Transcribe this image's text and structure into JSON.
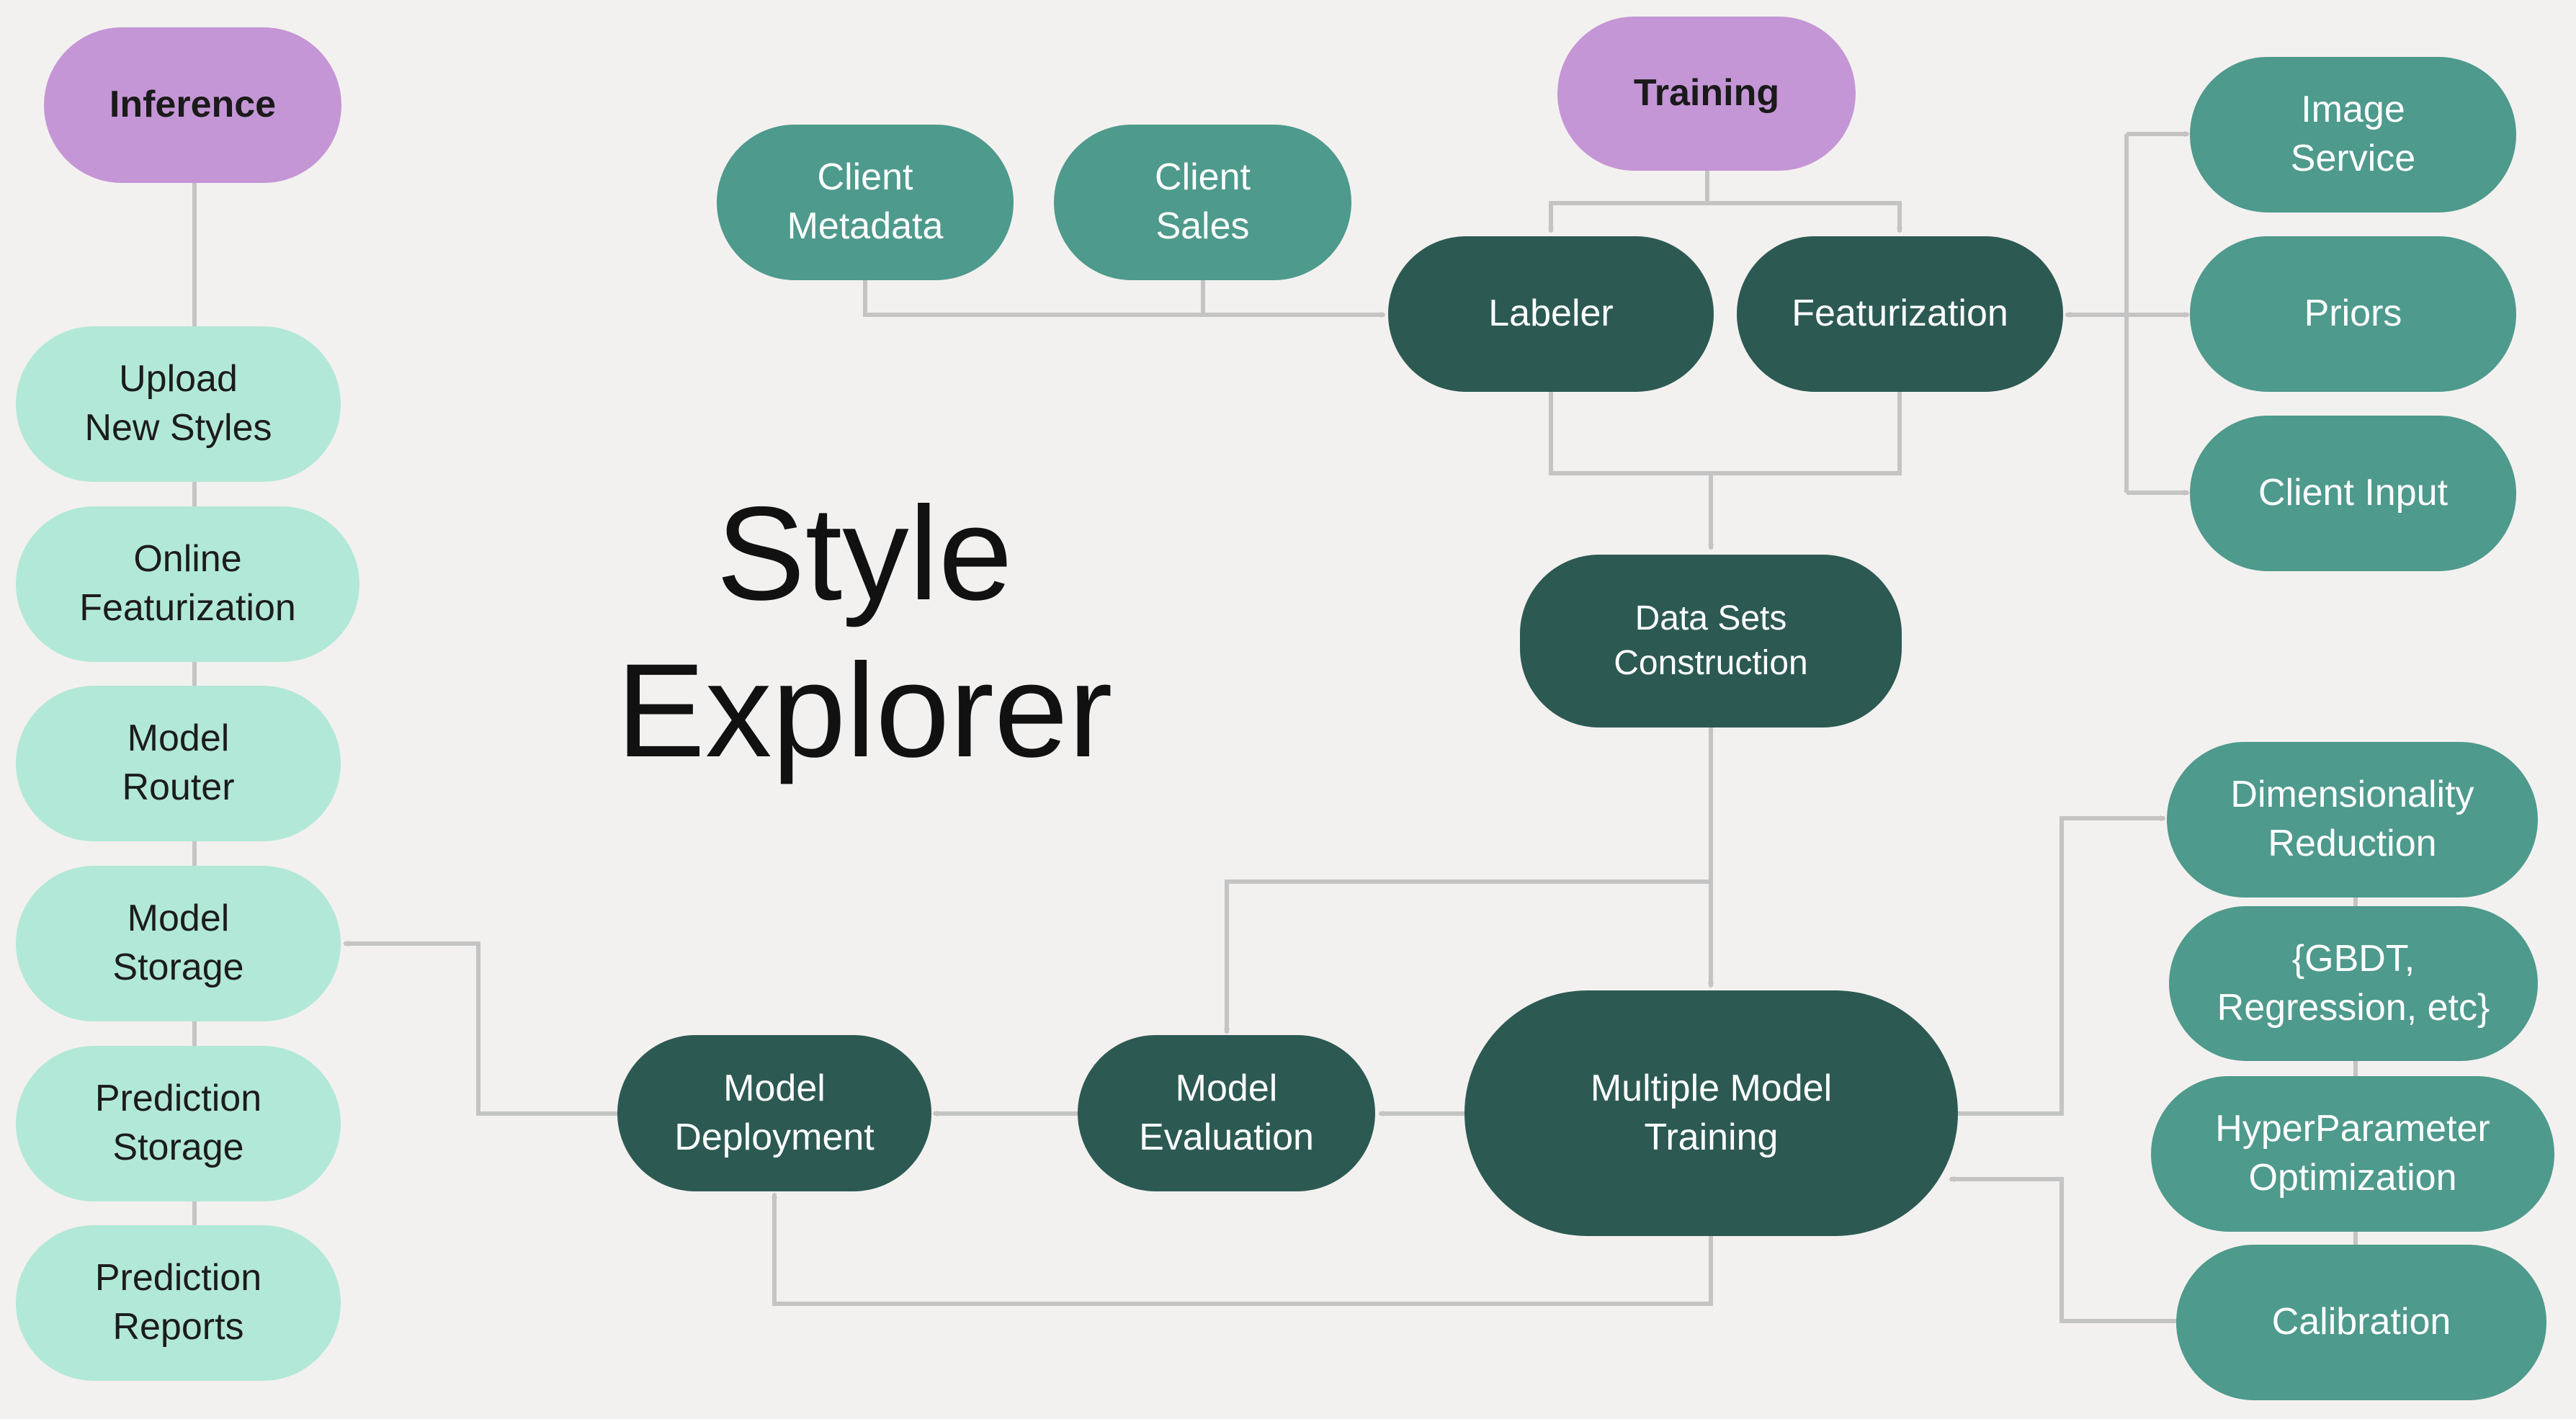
{
  "title": "Style\nExplorer",
  "colors": {
    "header": "#c496d6",
    "mid_teal": "#4e9a8d",
    "dark_teal": "#2c5a53",
    "light_mint": "#b2e8d7",
    "connector": "#c4c4c4",
    "background": "#f3f1ef"
  },
  "inference": {
    "header": "Inference",
    "steps": [
      "Upload\nNew Styles",
      "Online\nFeaturization",
      "Model\nRouter",
      "Model\nStorage",
      "Prediction\nStorage",
      "Prediction\nReports"
    ]
  },
  "training": {
    "header": "Training",
    "client_metadata": "Client\nMetadata",
    "client_sales": "Client\nSales",
    "labeler": "Labeler",
    "featurization": "Featurization",
    "data_sets": "Data Sets\nConstruction",
    "multiple_model_training": "Multiple Model\nTraining",
    "model_evaluation": "Model\nEvaluation",
    "model_deployment": "Model\nDeployment"
  },
  "feature_sources": [
    "Image\nService",
    "Priors",
    "Client Input"
  ],
  "training_components": [
    "Dimensionality\nReduction",
    "{GBDT,\nRegression, etc}",
    "HyperParameter\nOptimization",
    "Calibration"
  ]
}
